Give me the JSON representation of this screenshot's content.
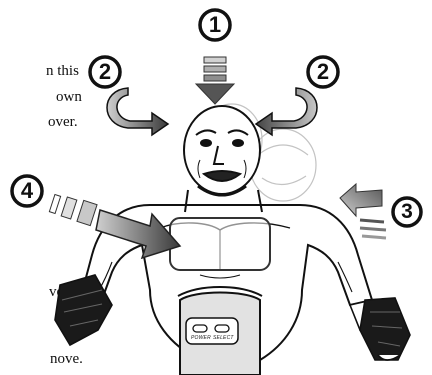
{
  "badges": {
    "top": "1",
    "left": "2",
    "right": "2",
    "right_lower": "3",
    "left_lower": "4"
  },
  "side_text": {
    "line1": "n this",
    "line2": "own",
    "line3": "over.",
    "line4": "ve.",
    "line5": "nove."
  },
  "device": {
    "power_label": "POWER",
    "select_label": "SELECT"
  },
  "colors": {
    "arrow_dark": "#555555",
    "arrow_light": "#b5b5b5",
    "ink": "#111111"
  }
}
